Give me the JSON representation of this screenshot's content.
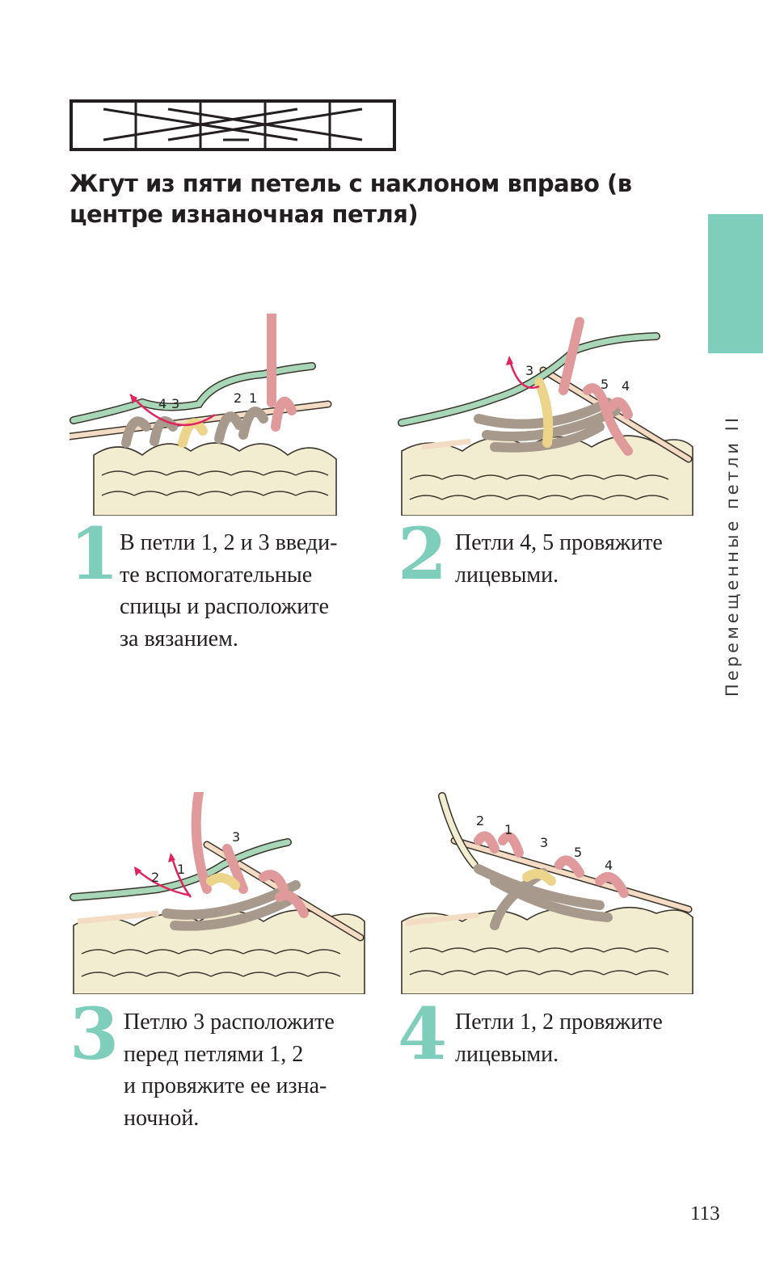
{
  "title": "Жгут из пяти петель с наклоном вправо (в центре изнаночная петля)",
  "side_tab": {
    "label": "Перемещенные петли II",
    "color": "#7fcdbb"
  },
  "colors": {
    "accent": "#7fcdbb",
    "yarn_cream": "#f2ecd0",
    "yarn_brown": "#a79a8c",
    "yarn_pink": "#e19a9c",
    "yarn_yellow": "#ecd58a",
    "needle_green": "#a7d7b8",
    "arrow": "#e0245e"
  },
  "steps": [
    {
      "number": "1",
      "text": "В петли 1, 2 и 3 введи-\nте вспомогательные\nспицы и расположите\nза вязанием.",
      "loop_labels": [
        "4",
        "3",
        "2",
        "1"
      ]
    },
    {
      "number": "2",
      "text": "Петли 4, 5 провяжите\nлицевыми.",
      "loop_labels": [
        "3",
        "5",
        "4"
      ]
    },
    {
      "number": "3",
      "text": "Петлю 3 расположите\nперед петлями 1, 2\nи провяжите ее изна-\nночной.",
      "loop_labels": [
        "2",
        "1",
        "3"
      ]
    },
    {
      "number": "4",
      "text": "Петли 1, 2 провяжите\nлицевыми.",
      "loop_labels": [
        "2",
        "1",
        "3",
        "5",
        "4"
      ]
    }
  ],
  "page_number": "113"
}
